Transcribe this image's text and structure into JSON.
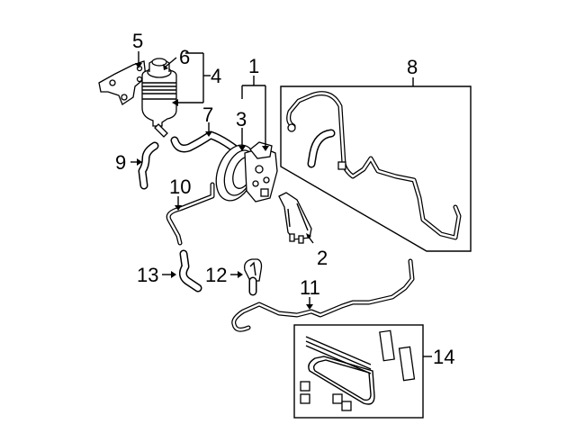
{
  "diagram": {
    "type": "exploded-parts-diagram",
    "subject": "Power steering pump, reservoir, hoses and cooler lines",
    "callouts": [
      {
        "id": "1",
        "label": "1"
      },
      {
        "id": "2",
        "label": "2"
      },
      {
        "id": "3",
        "label": "3"
      },
      {
        "id": "4",
        "label": "4"
      },
      {
        "id": "5",
        "label": "5"
      },
      {
        "id": "6",
        "label": "6"
      },
      {
        "id": "7",
        "label": "7"
      },
      {
        "id": "8",
        "label": "8"
      },
      {
        "id": "9",
        "label": "9"
      },
      {
        "id": "10",
        "label": "10"
      },
      {
        "id": "11",
        "label": "11"
      },
      {
        "id": "12",
        "label": "12"
      },
      {
        "id": "13",
        "label": "13"
      },
      {
        "id": "14",
        "label": "14"
      }
    ],
    "parts": {
      "bracket_reservoir": "reservoir mounting bracket",
      "reservoir": "power steering reservoir",
      "reservoir_cap": "reservoir cap",
      "pump": "power steering pump",
      "pulley": "pump pulley",
      "pump_bracket": "pump mounting bracket",
      "pressure_hose_assembly": "pressure hose / cooler line assembly",
      "return_hoses": "return hoses",
      "cooler_kit": "cooler tube kit with clamps and fittings"
    }
  }
}
